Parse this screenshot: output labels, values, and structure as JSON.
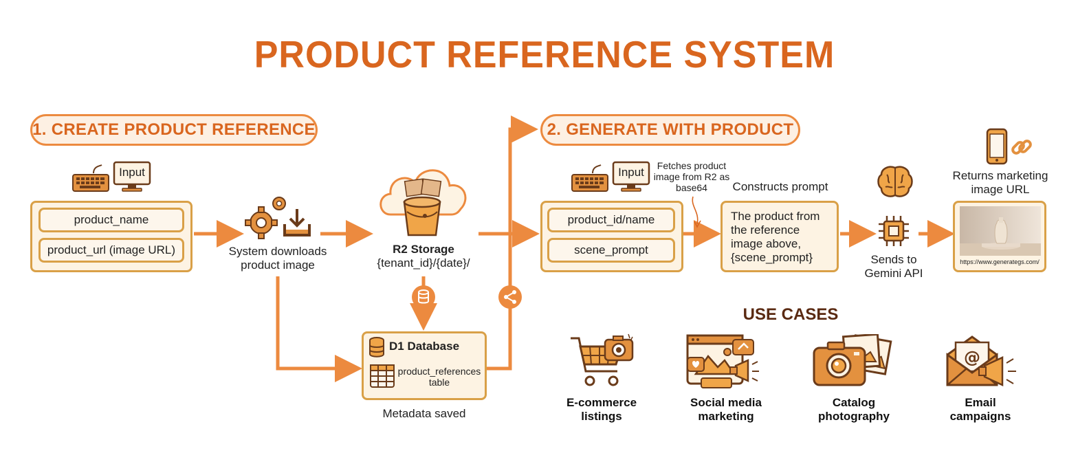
{
  "title": "PRODUCT REFERENCE SYSTEM",
  "colors": {
    "accent": "#d9661f",
    "panel_border": "#d9a047",
    "panel_fill": "#fdf3e3",
    "arrow": "#ec8a3f"
  },
  "section1": {
    "heading": "1. CREATE PRODUCT REFERENCE",
    "input_label": "Input",
    "fields": [
      "product_name",
      "product_url (image URL)"
    ],
    "download_label": "System downloads product image",
    "storage_title": "R2 Storage",
    "storage_path": "{tenant_id}/{date}/",
    "db_title": "D1 Database",
    "db_table": "product_references table",
    "db_caption": "Metadata saved"
  },
  "section2": {
    "heading": "2. GENERATE WITH PRODUCT",
    "input_label": "Input",
    "fields": [
      "product_id/name",
      "scene_prompt"
    ],
    "fetch_note": "Fetches product image from R2 as base64",
    "prompt_label": "Constructs prompt",
    "prompt_text": "The product from the reference image above, {scene_prompt}",
    "gemini_label": "Sends to Gemini API",
    "returns_label": "Returns marketing image URL",
    "result_url": "https://www.generategs.com/"
  },
  "use_cases": {
    "heading": "USE CASES",
    "items": [
      {
        "label": "E-commerce listings",
        "icon": "shopping-cart-icon"
      },
      {
        "label": "Social media marketing",
        "icon": "social-media-icon"
      },
      {
        "label": "Catalog photography",
        "icon": "camera-icon"
      },
      {
        "label": "Email campaigns",
        "icon": "email-megaphone-icon"
      }
    ]
  }
}
